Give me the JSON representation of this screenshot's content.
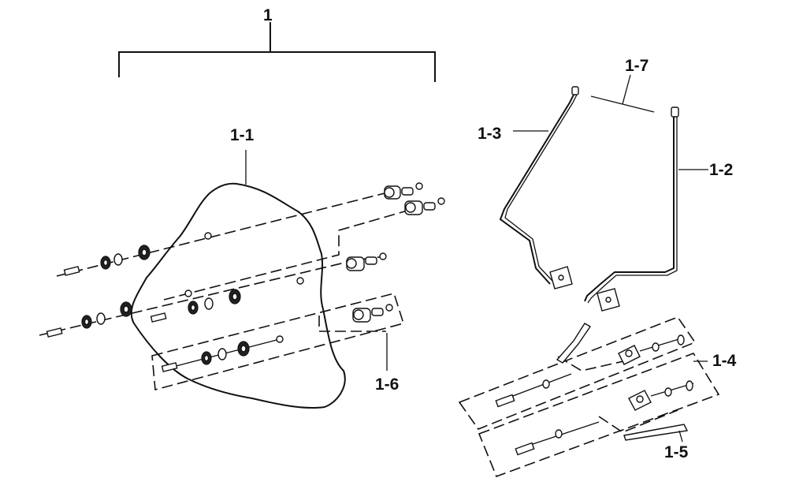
{
  "labels": {
    "assembly": "1",
    "l1_1": "1-1",
    "l1_2": "1-2",
    "l1_3": "1-3",
    "l1_4": "1-4",
    "l1_5": "1-5",
    "l1_6": "1-6",
    "l1_7": "1-7"
  }
}
